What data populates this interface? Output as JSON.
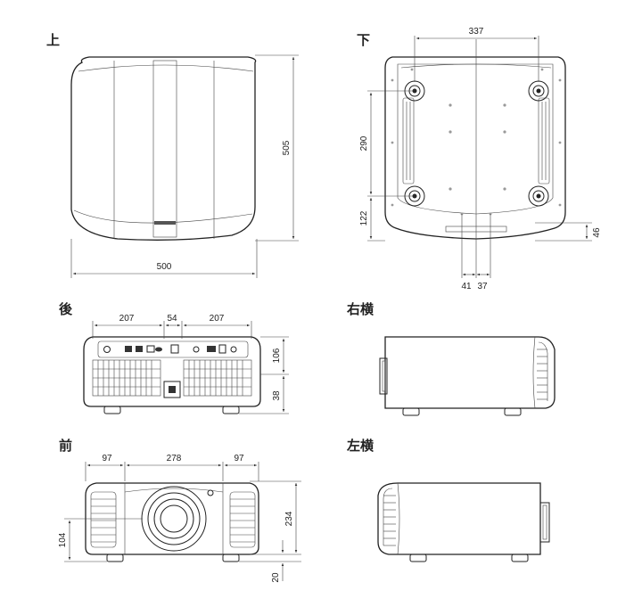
{
  "views": {
    "top": "上",
    "bottom": "下",
    "rear": "後",
    "right": "右横",
    "front": "前",
    "left": "左横"
  },
  "dims": {
    "top_width": "500",
    "top_depth": "505",
    "bottom_feet_x": "337",
    "bottom_feet_y": "290",
    "bottom_front": "122",
    "bottom_edge": "46",
    "bottom_a": "41",
    "bottom_b": "37",
    "rear_left": "207",
    "rear_mid": "54",
    "rear_right": "207",
    "rear_panel": "106",
    "rear_foot": "38",
    "front_left": "97",
    "front_mid": "278",
    "front_right": "97",
    "front_height": "234",
    "front_lens": "104",
    "front_foot": "20"
  },
  "colors": {
    "line": "#222222",
    "background": "#ffffff"
  }
}
